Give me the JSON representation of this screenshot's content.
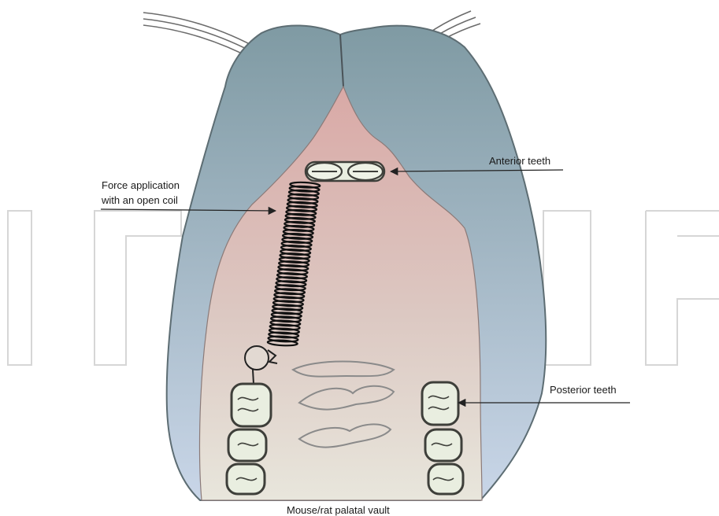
{
  "labels": {
    "anterior": "Anterior teeth",
    "force_line1": "Force application",
    "force_line2": "with an open coil",
    "posterior": "Posterior teeth",
    "caption": "Mouse/rat palatal vault"
  },
  "colors": {
    "jaw_top": "#7f9aa3",
    "jaw_bottom": "#c9d6e8",
    "palate_top": "#d9a9a6",
    "palate_bottom": "#e8e6dc",
    "tooth_fill": "#e9eee0",
    "tooth_stroke": "#3e3f3a",
    "rugae_stroke": "#8a8a8a",
    "watermark": "#d0d0d0",
    "arrow": "#222222"
  },
  "icons": {
    "coil": "open-coil-spring-icon",
    "attachment": "attachment-ring-icon"
  }
}
